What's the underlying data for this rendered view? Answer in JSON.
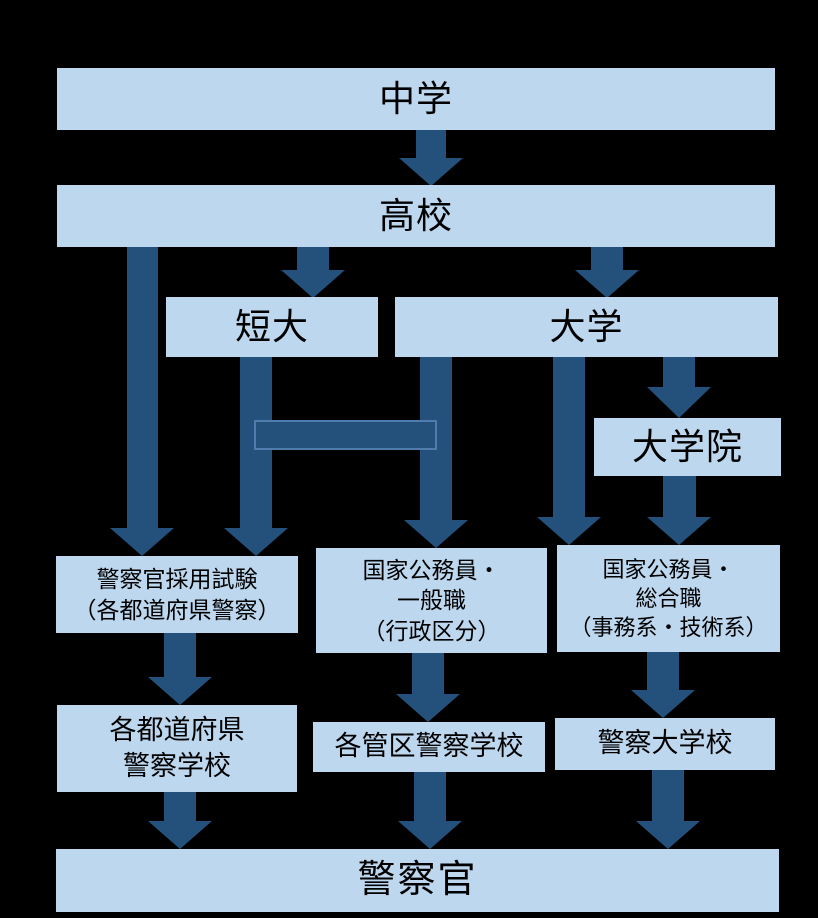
{
  "diagram": {
    "title_hint": "japanese-police-career-path-flowchart",
    "colors": {
      "background": "#000000",
      "box_fill": "#BDD7EE",
      "arrow": "#24517C",
      "bridge_border": "#4E7DAD",
      "text": "#000000"
    },
    "nodes": {
      "chugaku": {
        "label": "中学"
      },
      "koko": {
        "label": "高校"
      },
      "tandai": {
        "label": "短大"
      },
      "daigaku": {
        "label": "大学"
      },
      "daigakuin": {
        "label": "大学院"
      },
      "saiyo_shiken": {
        "line1": "警察官採用試験",
        "line2": "（各都道府県警察）"
      },
      "kokka_ippan": {
        "line1": "国家公務員・",
        "line2": "一般職",
        "line3": "（行政区分）"
      },
      "kokka_sogo": {
        "line1": "国家公務員・",
        "line2": "総合職",
        "line3": "（事務系・技術系）"
      },
      "todofuken_gakko": {
        "line1": "各都道府県",
        "line2": "警察学校"
      },
      "kanku_gakko": {
        "label": "各管区警察学校"
      },
      "keisatsu_daigakko": {
        "label": "警察大学校"
      },
      "keisatsukan": {
        "label": "警察官"
      }
    }
  }
}
